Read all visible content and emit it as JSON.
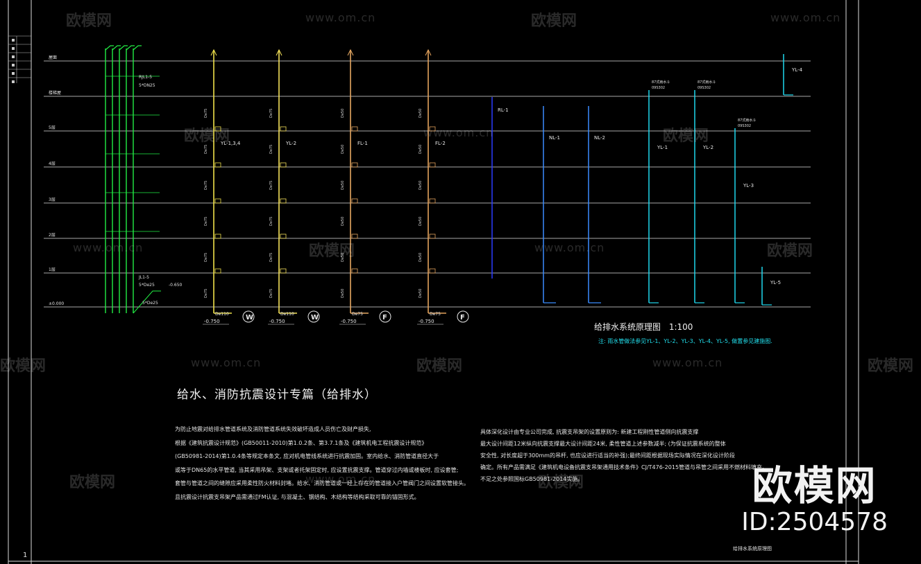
{
  "floors": [
    "屋面",
    "楼梯屋",
    "5层",
    "4层",
    "3层",
    "2层",
    "1层",
    "±0.000"
  ],
  "groups": {
    "green": {
      "title": "RJL1-5",
      "sub": "5*DN25",
      "labels": [
        "JL1-5",
        "5*De25",
        "-0.650",
        "5*De25"
      ]
    },
    "pipes": [
      {
        "id": "YL-1,3,4",
        "size_main": "De110",
        "size_top": "De75",
        "elev": "-0.750",
        "mark": "W",
        "color": "#f0e24a"
      },
      {
        "id": "YL-2",
        "size_main": "De110",
        "size_top": "De75",
        "elev": "-0.750",
        "mark": "W",
        "color": "#f5e25a"
      },
      {
        "id": "FL-1",
        "size_main": "De75",
        "size_top": "De50",
        "elev": "-0.750",
        "mark": "F",
        "color": "#e6a862"
      },
      {
        "id": "FL-2",
        "size_main": "De75",
        "size_top": "De50",
        "elev": "-0.750",
        "mark": "F",
        "color": "#e3a25c"
      }
    ],
    "blue_pipes": [
      "RL-1",
      "NL-1",
      "NL-2"
    ],
    "cyan_pipes": [
      "YL-1",
      "YL-2",
      "YL-3",
      "YL-4",
      "YL-5"
    ],
    "cyan_notes": [
      "87式雨水斗",
      "09S302"
    ]
  },
  "diagram_title": "给排水系统原理图",
  "scale": "1:100",
  "note_line": "注: 雨水管做法参见YL-1、YL-2、YL-3、YL-4、YL-5, 做置参见建施图.",
  "section_title": "给水、消防抗震设计专篇（给排水）",
  "notes_left": [
    "为防止地震对给排水管道系统及消防管道系统失效破坏造成人员伤亡及财产损失,",
    "根据《建筑抗震设计规范》(GB50011-2010)第1.0.2条、第3.7.1条及《建筑机电工程抗震设计规范》",
    "(GB50981-2014)第1.0.4条等规定本条文, 应对机电管线系统进行抗震加固。室内给水、消防管道直径大于",
    "或等于DN65的水平管道, 当其采用吊架、支架或者托架固定时, 应设置抗震支撑。管道穿过内墙或楼板时, 应设套管;",
    "套管与管道之间的缝隙应采用柔性防火材料封堵。给水、消防管道或一经上存在的管道接入户管阀门之间设置软管接头。",
    "且抗震设计抗震支吊架产品需通过FM认证, 与混凝土、钢结构、木结构等结构采取可靠的锚固形式。"
  ],
  "notes_right": [
    "具体深化设计由专业公司完成, 抗震支吊架的设置原则为: 新建工程刚性管道侧向抗震支撑",
    "最大设计间距12米纵向抗震支撑最大设计间距24米, 柔性管道上述参数减半; (为保证抗震系统的整体",
    "安全性, 对长度超于300mm的吊杆, 也应设进行适当的补强);最终间距根据现场实际情况在深化设计阶段",
    "确定。所有产品需满足《建筑机电设备抗震支吊架通用技术条件》CJ/T476-2015管道与吊管之间采用不燃材料填充。",
    "不足之处参照国标GB50981-2014实施。"
  ],
  "margin_marks": [
    "1"
  ],
  "title_block_label": "给排水系统原理图",
  "brand": "欧模网",
  "brand_id": "ID:2504578",
  "watermarks": [
    "欧模网",
    "www.om.cn"
  ]
}
